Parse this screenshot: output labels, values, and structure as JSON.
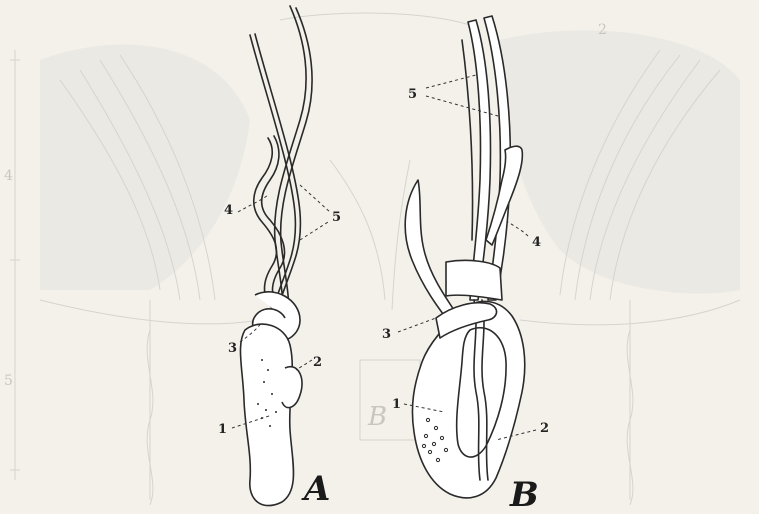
{
  "figure_a": {
    "letter": "A",
    "labels": {
      "l1": "1",
      "l2": "2",
      "l3": "3",
      "l4": "4",
      "l5": "5"
    }
  },
  "figure_b": {
    "letter": "B",
    "labels": {
      "l1": "1",
      "l2": "2",
      "l3": "3",
      "l4": "4",
      "l5": "5"
    }
  },
  "background_plate": {
    "letter": "B",
    "ruler": [
      "4",
      "5"
    ],
    "corner": "2"
  }
}
